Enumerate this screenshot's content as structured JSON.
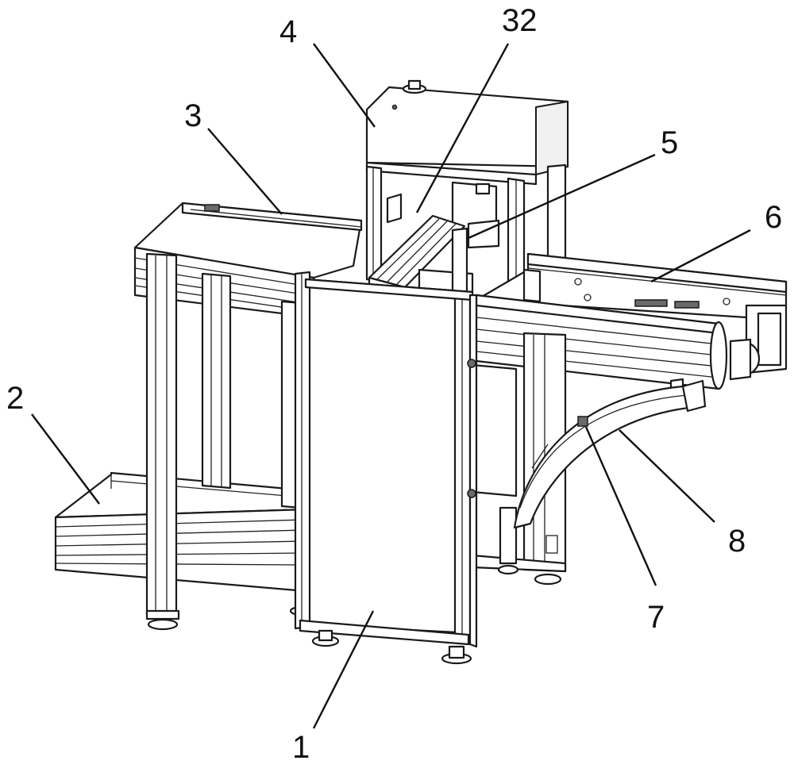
{
  "figure": {
    "type": "patent-mechanical-drawing",
    "labels": [
      {
        "key": "l1",
        "text": "1"
      },
      {
        "key": "l2",
        "text": "2"
      },
      {
        "key": "l3",
        "text": "3"
      },
      {
        "key": "l4",
        "text": "4"
      },
      {
        "key": "l32",
        "text": "32"
      },
      {
        "key": "l5",
        "text": "5"
      },
      {
        "key": "l6",
        "text": "6"
      },
      {
        "key": "l7",
        "text": "7"
      },
      {
        "key": "l8",
        "text": "8"
      }
    ]
  }
}
